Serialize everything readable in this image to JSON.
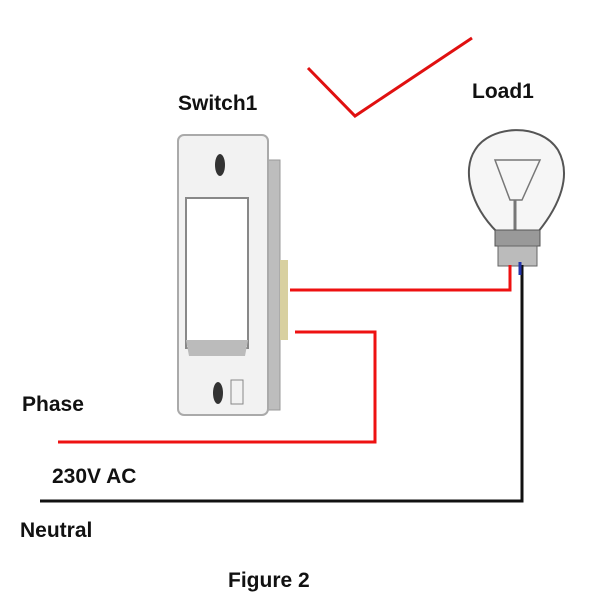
{
  "labels": {
    "switch": "Switch1",
    "load": "Load1",
    "phase": "Phase",
    "voltage": "230V AC",
    "neutral": "Neutral",
    "caption": "Figure 2"
  },
  "colors": {
    "phase_wire": "#ee1111",
    "neutral_wire": "#111111",
    "checkmark": "#e01010"
  }
}
